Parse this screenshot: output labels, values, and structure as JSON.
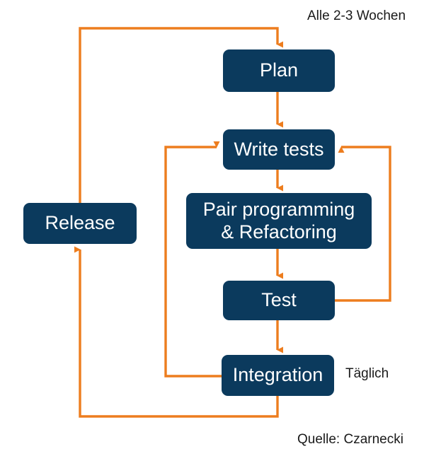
{
  "diagram": {
    "title_caption": "Alle 2-3 Wochen",
    "daily_caption": "Täglich",
    "source_caption": "Quelle: Czarnecki",
    "colors": {
      "box_fill": "#0b3a5d",
      "box_text": "#ffffff",
      "connector": "#ED7D1E",
      "background": "#ffffff",
      "caption_text": "#1a1a1a"
    },
    "nodes": [
      {
        "id": "plan",
        "label": "Plan"
      },
      {
        "id": "write_tests",
        "label": "Write tests"
      },
      {
        "id": "pair",
        "label": "Pair programming\n& Refactoring"
      },
      {
        "id": "test",
        "label": "Test"
      },
      {
        "id": "integration",
        "label": "Integration"
      },
      {
        "id": "release",
        "label": "Release"
      }
    ],
    "flows": [
      {
        "from": "plan",
        "to": "write_tests",
        "kind": "down"
      },
      {
        "from": "write_tests",
        "to": "pair",
        "kind": "down"
      },
      {
        "from": "pair",
        "to": "test",
        "kind": "down"
      },
      {
        "from": "test",
        "to": "integration",
        "kind": "down"
      },
      {
        "from": "test",
        "to": "write_tests",
        "kind": "right-loop"
      },
      {
        "from": "integration",
        "to": "write_tests",
        "kind": "left-inner-loop"
      },
      {
        "from": "integration",
        "to": "release",
        "kind": "bottom-left-loop"
      },
      {
        "from": "release",
        "to": "plan",
        "kind": "top-left-loop"
      }
    ]
  }
}
